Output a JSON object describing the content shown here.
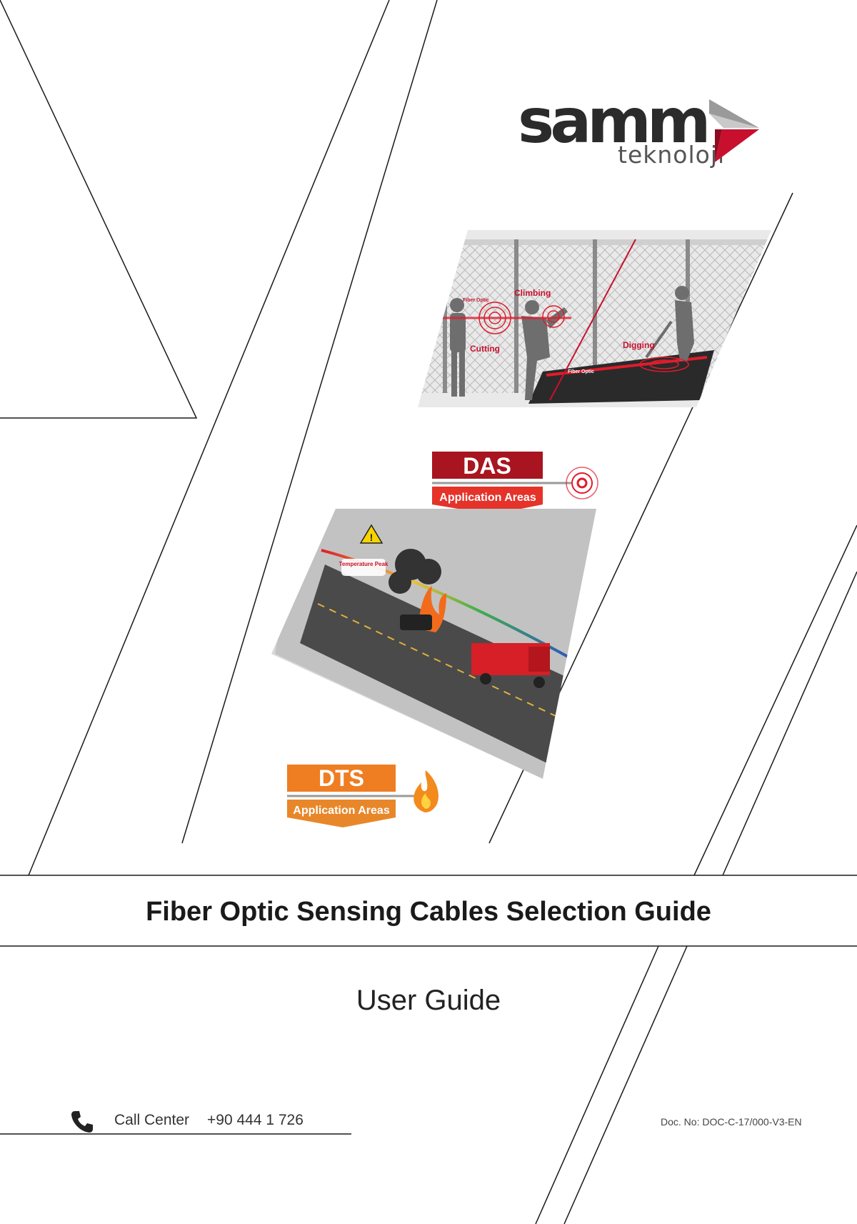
{
  "brand": {
    "name": "samm",
    "sub": "teknoloji",
    "colors": {
      "dark": "#2b2b2b",
      "red": "#c8102e",
      "orange": "#ef7d22",
      "grey": "#9a9a9a"
    }
  },
  "illustration": {
    "das_scene": {
      "labels": [
        "Fiber Optic",
        "Climbing",
        "Cutting",
        "Digging",
        "Fiber Optic"
      ]
    },
    "das_badge": {
      "title": "DAS",
      "subtitle": "Application Areas"
    },
    "dts_scene": {
      "labels": [
        "Temperature Peak"
      ]
    },
    "dts_badge": {
      "title": "DTS",
      "subtitle": "Application Areas"
    }
  },
  "document": {
    "title": "Fiber Optic Sensing Cables Selection Guide",
    "subtitle": "User Guide",
    "call_center_label": "Call Center",
    "call_center_number": "+90 444 1 726",
    "doc_no": "Doc. No: DOC-C-17/000-V3-EN"
  },
  "icons": {
    "phone": "phone-icon",
    "wave": "signal-wave-icon",
    "flame": "flame-icon",
    "warning": "warning-icon"
  }
}
